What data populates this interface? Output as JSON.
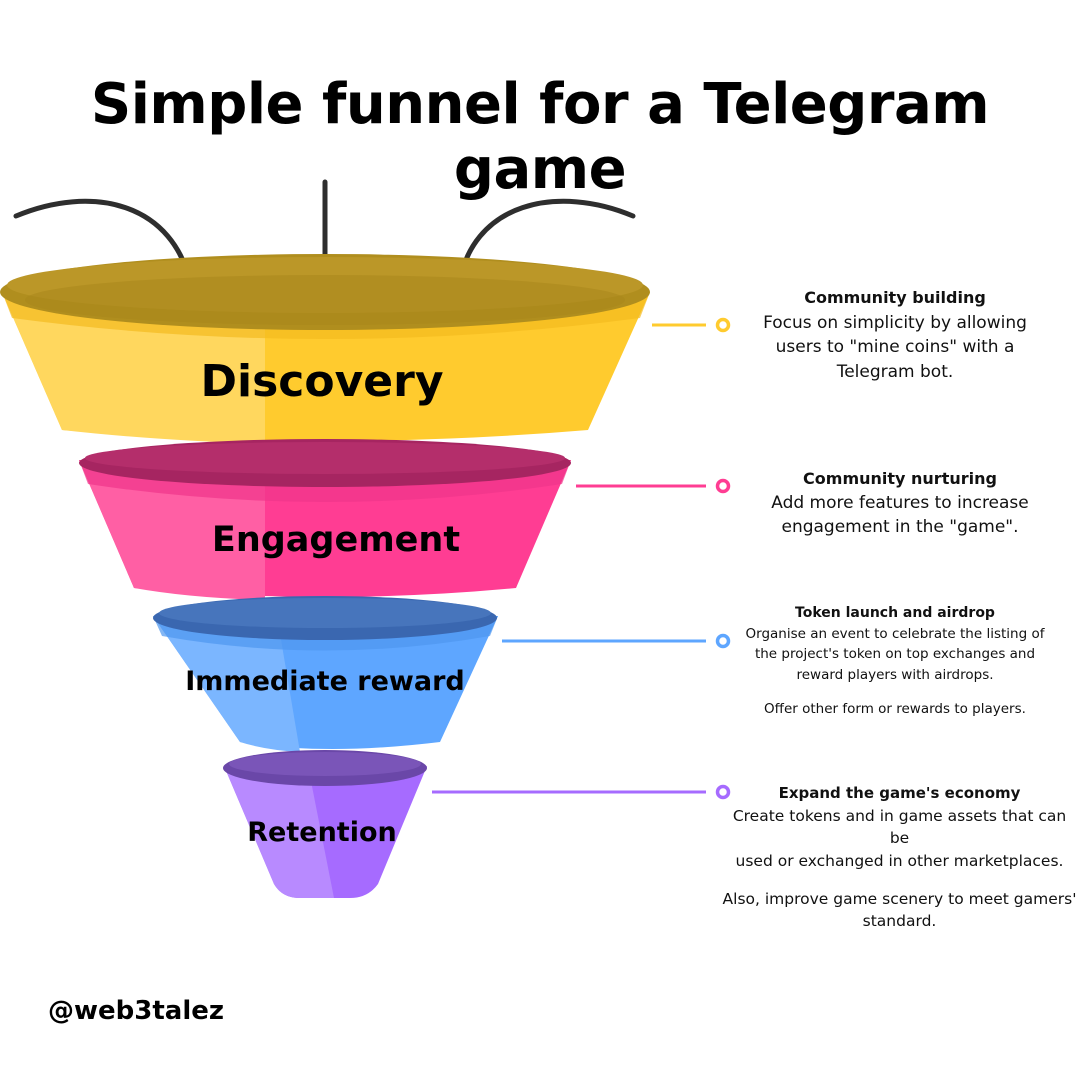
{
  "title": "Simple funnel for a Telegram game",
  "handle": "@web3talez",
  "colors": {
    "discovery": "#FFCB2E",
    "engagement": "#FF3D93",
    "immediate_reward": "#5EA6FF",
    "retention": "#A66BFF"
  },
  "stages": [
    {
      "label": "Discovery",
      "heading": "Community building",
      "lines": [
        "Focus on simplicity by allowing",
        "users to \"mine coins\" with a",
        "Telegram bot."
      ]
    },
    {
      "label": "Engagement",
      "heading": "Community nurturing",
      "lines": [
        "Add more features to increase",
        "engagement in the \"game\"."
      ]
    },
    {
      "label": "Immediate reward",
      "heading": "Token launch and airdrop",
      "lines": [
        "Organise an event to celebrate the listing of",
        "the project's token on top exchanges and",
        "reward players with airdrops."
      ],
      "extra": "Offer other form or rewards to players."
    },
    {
      "label": "Retention",
      "heading": "Expand the game's economy",
      "lines": [
        "Create tokens and in game assets that can be",
        "used or exchanged in other marketplaces."
      ],
      "extra_lines": [
        "Also, improve game scenery to meet gamers'",
        "standard."
      ]
    }
  ]
}
